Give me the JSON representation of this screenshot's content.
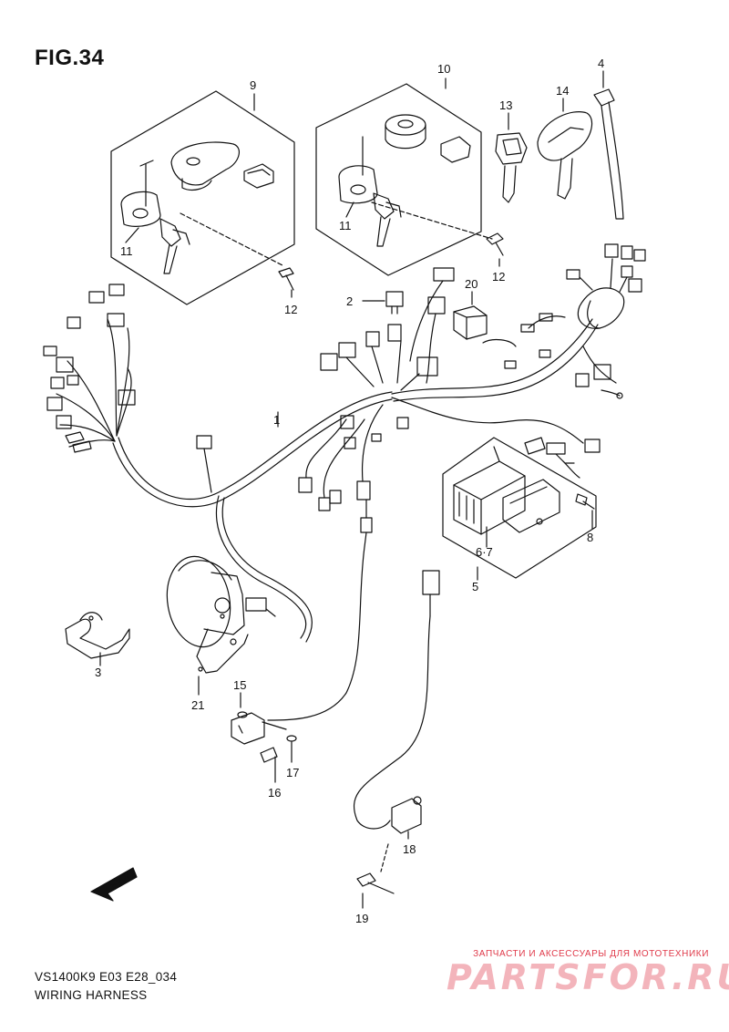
{
  "figure": {
    "title": "FIG.34"
  },
  "footer": {
    "code": "VS1400K9 E03 E28_034",
    "caption": "WIRING HARNESS"
  },
  "watermark": {
    "tagline": "ЗАПЧАСТИ И АКСЕССУАРЫ ДЛЯ МОТОТЕХНИКИ",
    "brand": "PARTSFOR.RU",
    "color": "#e03a4a"
  },
  "direction_arrow": {
    "label": "FWD",
    "icon": "forward-arrow-icon"
  },
  "callouts": {
    "c1": "1",
    "c2": "2",
    "c3": "3",
    "c4": "4",
    "c5": "5",
    "c67": "6·7",
    "c8": "8",
    "c9": "9",
    "c10": "10",
    "c11a": "11",
    "c11b": "11",
    "c12a": "12",
    "c12b": "12",
    "c13": "13",
    "c14": "14",
    "c15": "15",
    "c16": "16",
    "c17": "17",
    "c18": "18",
    "c19": "19",
    "c20": "20",
    "c21": "21"
  }
}
